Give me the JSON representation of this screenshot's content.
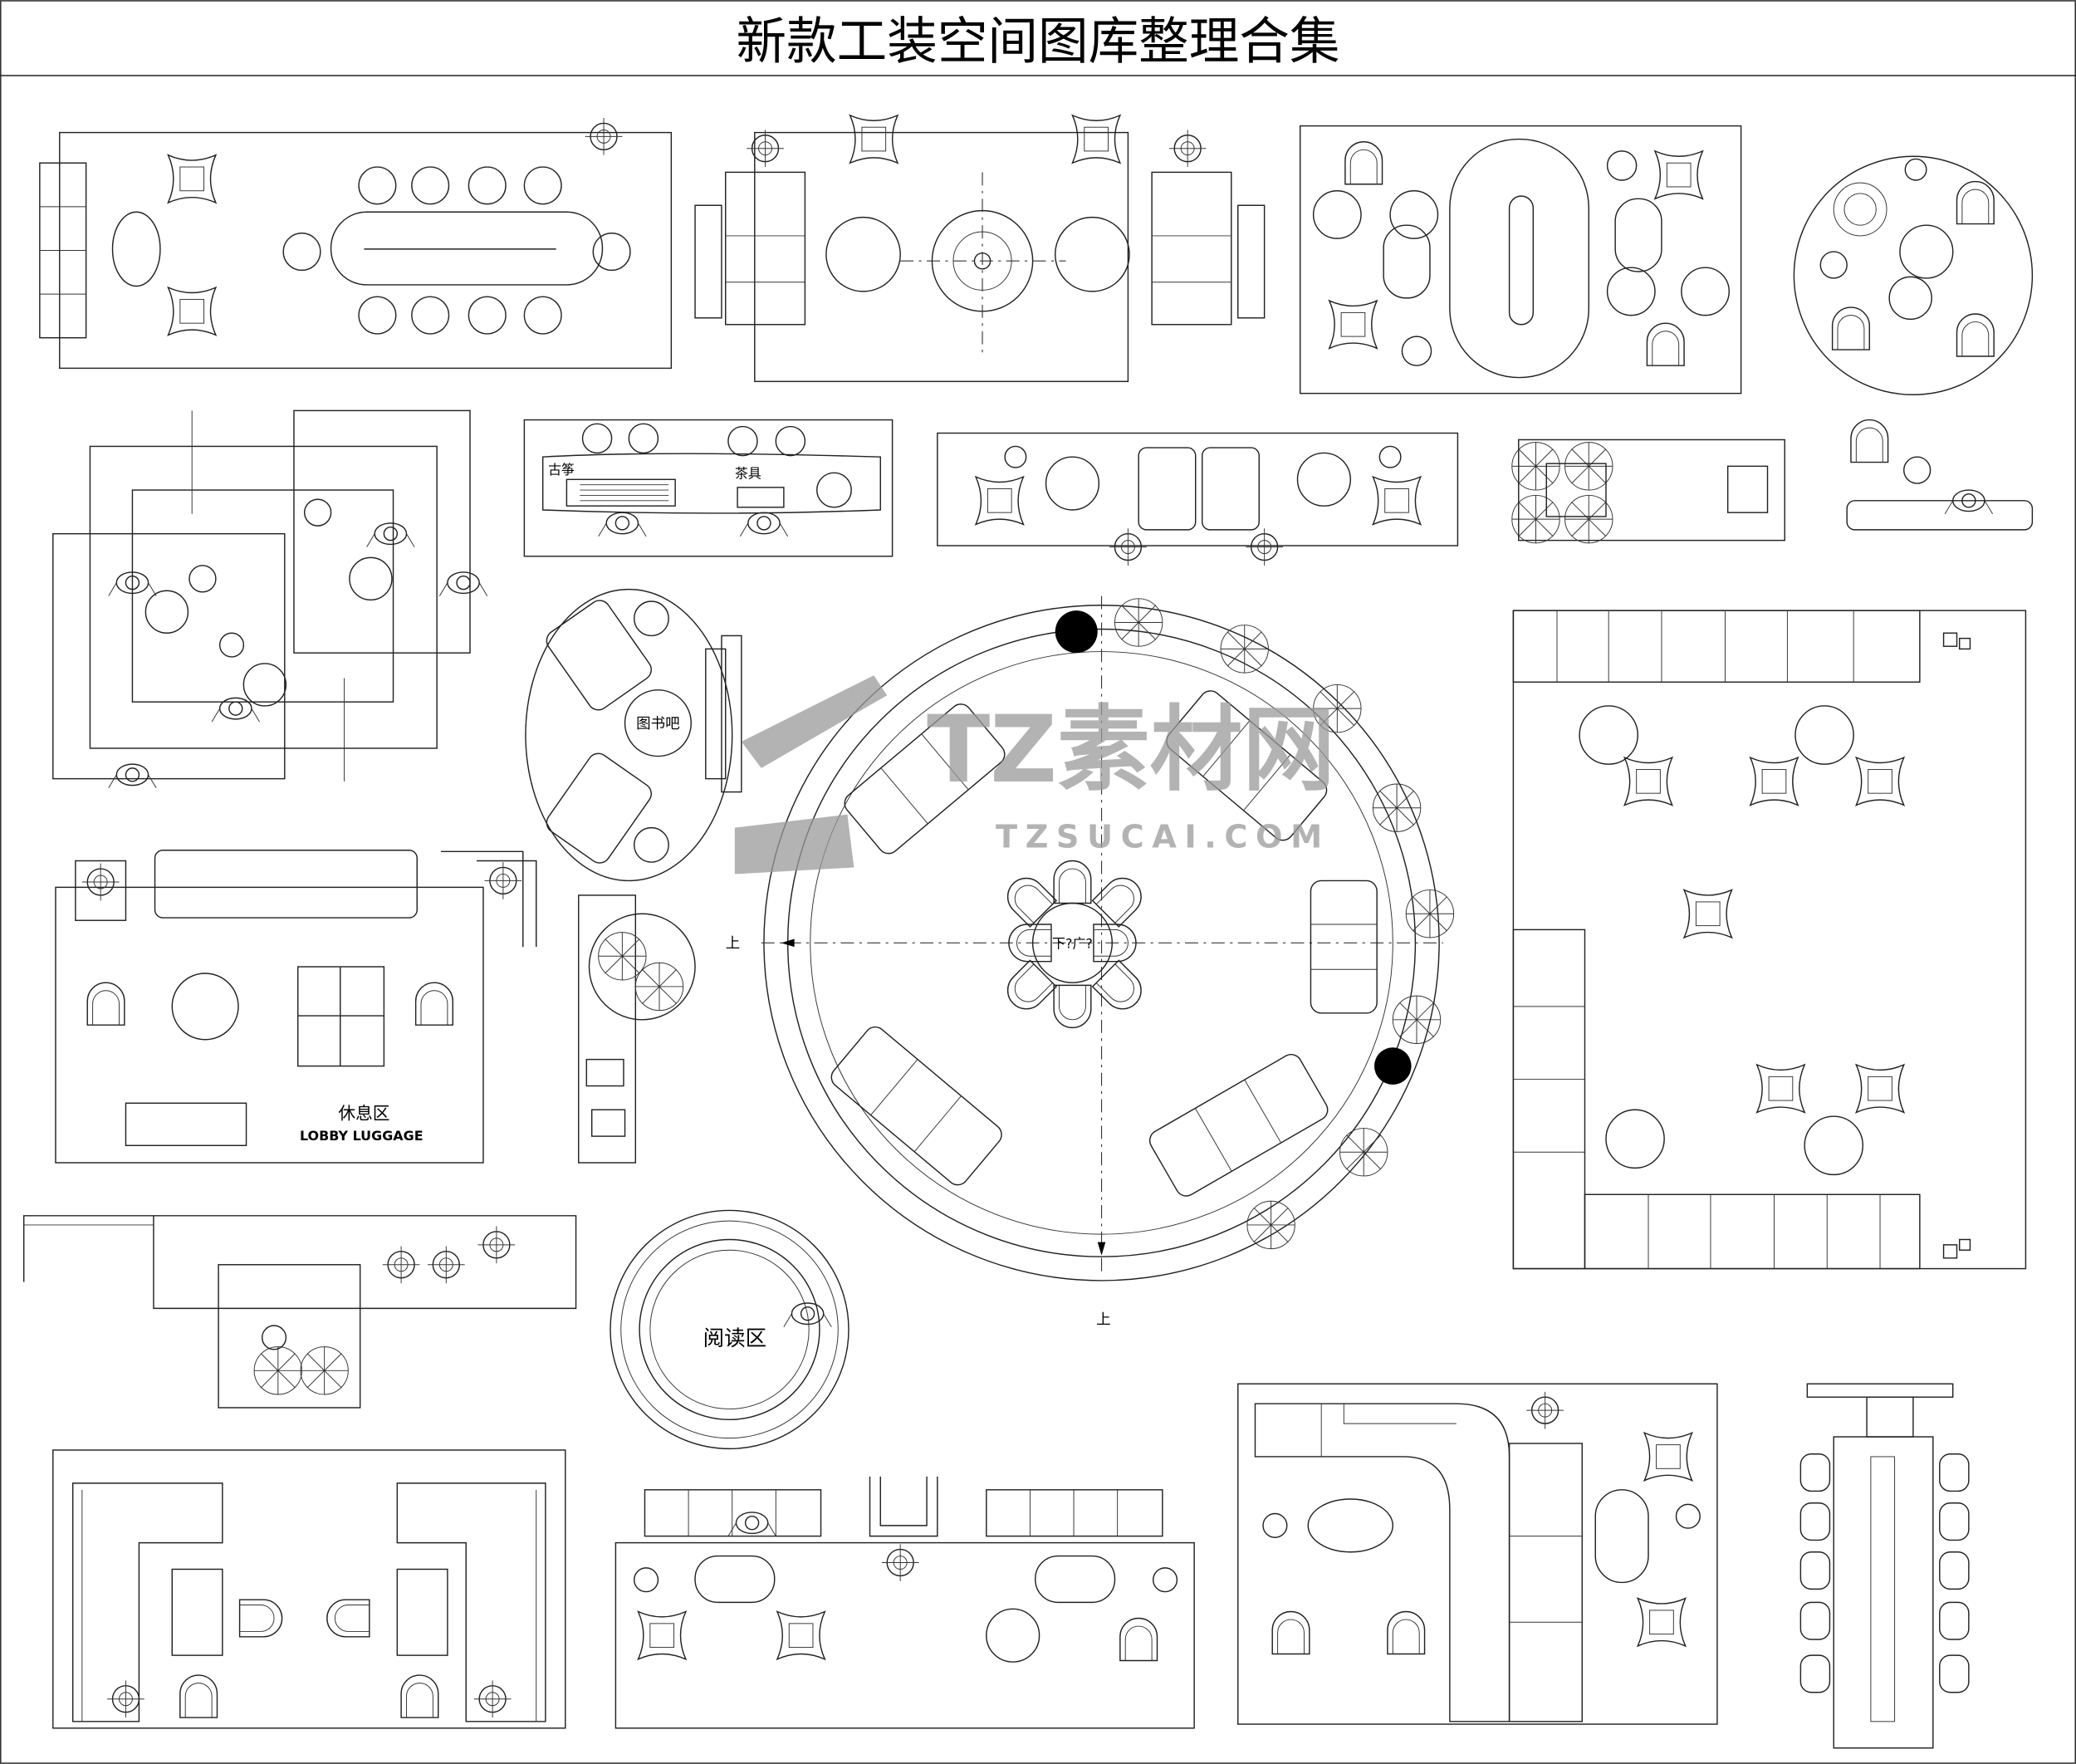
{
  "title": "新款工装空间图库整理合集",
  "labels": {
    "guzheng": "古筝",
    "tea_set": "茶具",
    "book_bar": "图书吧",
    "center_table": "下?广?",
    "up_left": "上",
    "up_bottom": "上",
    "rest_area": "休息区",
    "lobby_luggage": "LOBBY LUGGAGE",
    "reading_area": "阅读区"
  },
  "watermark": {
    "brand": "TZ素材网",
    "url": "TZSUCAI.COM"
  },
  "colors": {
    "line": "#222222",
    "fill_black": "#000000",
    "watermark": "#9a9a9a"
  }
}
